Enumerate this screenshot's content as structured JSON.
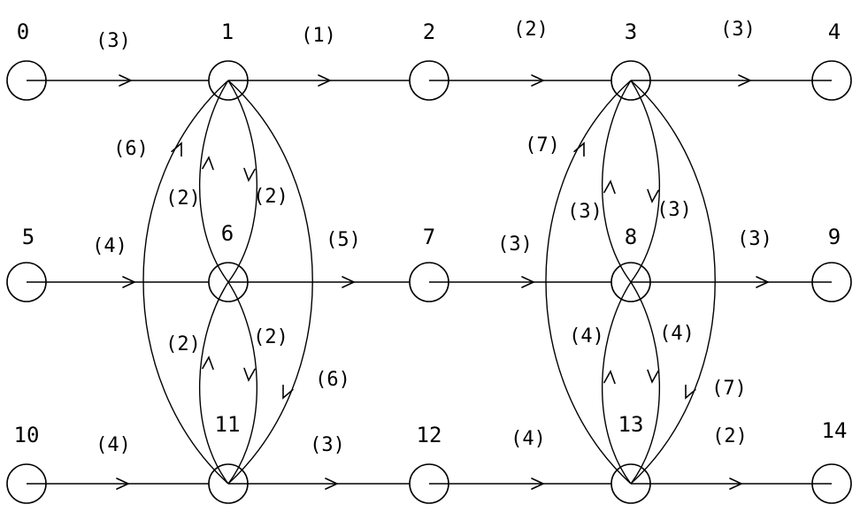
{
  "nodes": [
    {
      "id": "0",
      "label": "0"
    },
    {
      "id": "1",
      "label": "1"
    },
    {
      "id": "2",
      "label": "2"
    },
    {
      "id": "3",
      "label": "3"
    },
    {
      "id": "4",
      "label": "4"
    },
    {
      "id": "5",
      "label": "5"
    },
    {
      "id": "6",
      "label": "6"
    },
    {
      "id": "7",
      "label": "7"
    },
    {
      "id": "8",
      "label": "8"
    },
    {
      "id": "9",
      "label": "9"
    },
    {
      "id": "10",
      "label": "10"
    },
    {
      "id": "11",
      "label": "11"
    },
    {
      "id": "12",
      "label": "12"
    },
    {
      "id": "13",
      "label": "13"
    },
    {
      "id": "14",
      "label": "14"
    }
  ],
  "edges": [
    {
      "from": "0",
      "to": "1",
      "weight": "(3)"
    },
    {
      "from": "1",
      "to": "2",
      "weight": "(1)"
    },
    {
      "from": "2",
      "to": "3",
      "weight": "(2)"
    },
    {
      "from": "3",
      "to": "4",
      "weight": "(3)"
    },
    {
      "from": "5",
      "to": "6",
      "weight": "(4)"
    },
    {
      "from": "6",
      "to": "7",
      "weight": "(5)"
    },
    {
      "from": "7",
      "to": "8",
      "weight": "(3)"
    },
    {
      "from": "8",
      "to": "9",
      "weight": "(3)"
    },
    {
      "from": "10",
      "to": "11",
      "weight": "(4)"
    },
    {
      "from": "11",
      "to": "12",
      "weight": "(3)"
    },
    {
      "from": "12",
      "to": "13",
      "weight": "(4)"
    },
    {
      "from": "13",
      "to": "14",
      "weight": "(2)"
    },
    {
      "from": "11",
      "to": "1",
      "weight": "(6)"
    },
    {
      "from": "1",
      "to": "11",
      "weight": "(6)"
    },
    {
      "from": "6",
      "to": "1",
      "weight": "(2)"
    },
    {
      "from": "1",
      "to": "6",
      "weight": "(2)"
    },
    {
      "from": "11",
      "to": "6",
      "weight": "(2)"
    },
    {
      "from": "6",
      "to": "11",
      "weight": "(2)"
    },
    {
      "from": "13",
      "to": "3",
      "weight": "(7)"
    },
    {
      "from": "3",
      "to": "13",
      "weight": "(7)"
    },
    {
      "from": "8",
      "to": "3",
      "weight": "(3)"
    },
    {
      "from": "3",
      "to": "8",
      "weight": "(3)"
    },
    {
      "from": "13",
      "to": "8",
      "weight": "(4)"
    },
    {
      "from": "8",
      "to": "13",
      "weight": "(4)"
    }
  ]
}
